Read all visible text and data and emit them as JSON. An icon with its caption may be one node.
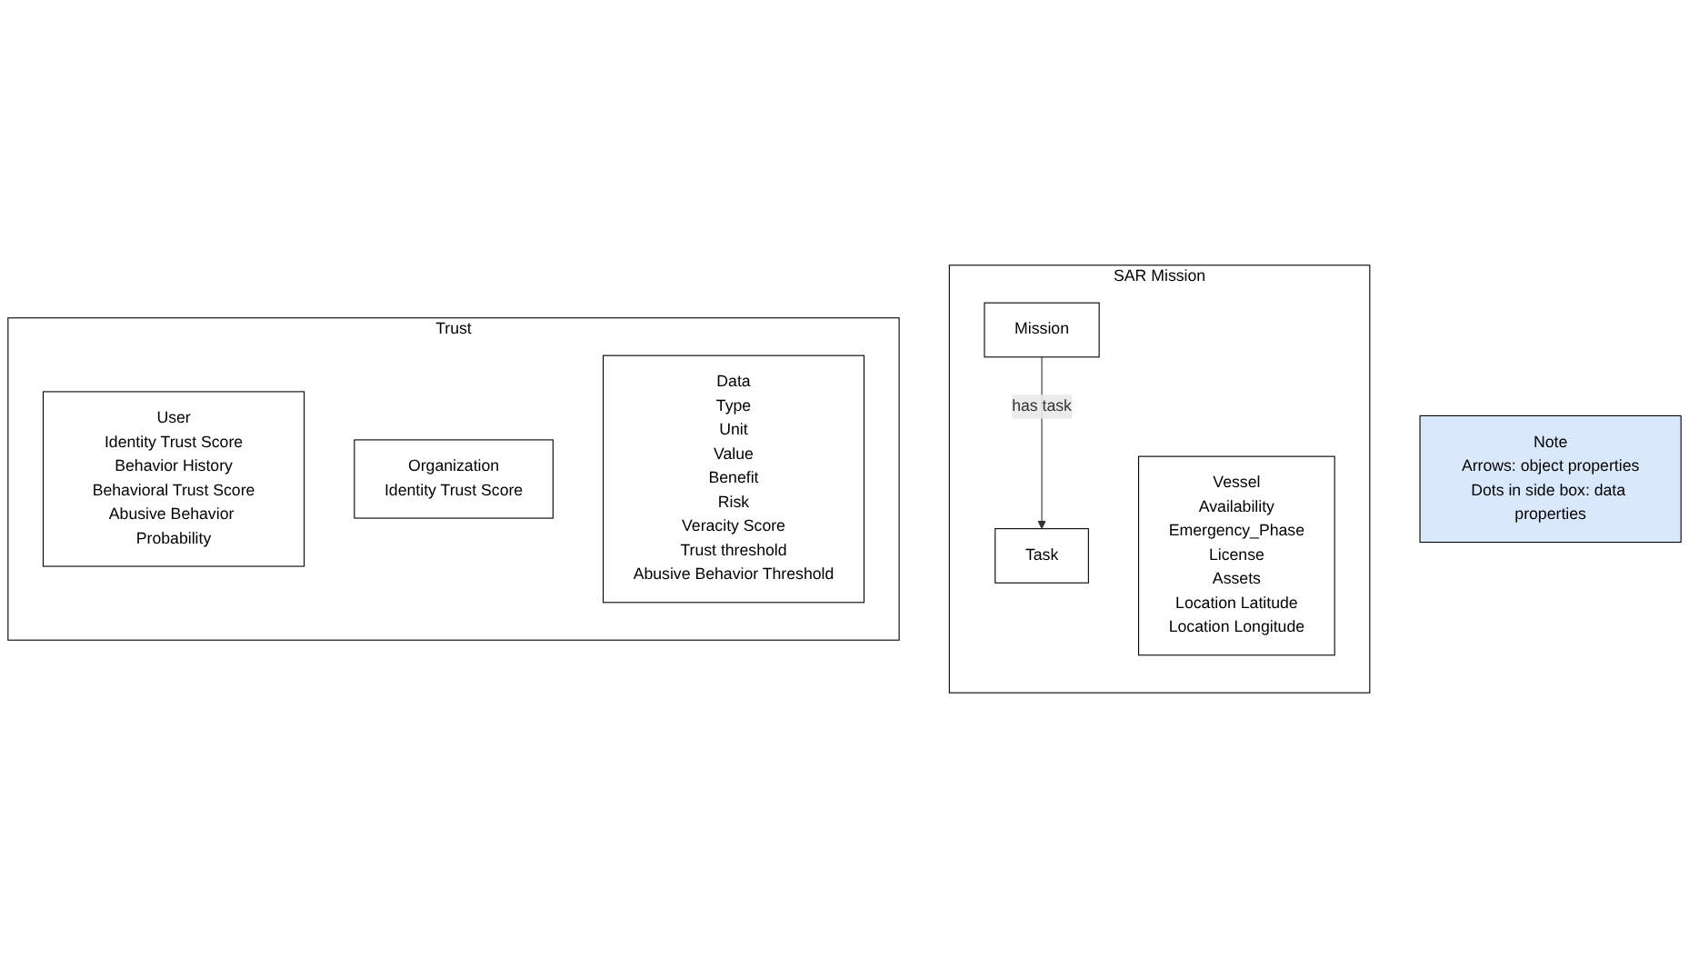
{
  "diagram": {
    "nodes": [
      {
        "text": [
          "Note",
          "Arrows: object properties",
          "Dots in side box: data properties"
        ]
      },
      {
        "text": [
          "SAR Mission"
        ]
      },
      {
        "text": [
          "Mission"
        ],
        "in": 1
      },
      {
        "text": [
          "Task"
        ],
        "in": 1
      },
      {
        "text": [
          "Vessel",
          "Availability",
          "Emergency_Phase",
          "License",
          "Assets",
          "Location Latitude",
          "Location Longitude"
        ],
        "in": 1
      },
      {
        "text": [
          "Trust"
        ]
      },
      {
        "text": [
          "User",
          "Identity Trust Score",
          "Behavior History",
          "Behavioral Trust Score",
          "Abusive Behavior Probability"
        ],
        "in": 5
      },
      {
        "text": [
          "Organization",
          "Identity Trust Score"
        ],
        "in": 5
      },
      {
        "text": [
          "Data",
          "Type",
          "Unit",
          "Value",
          "Benefit",
          "Risk",
          "Veracity Score",
          "Trust threshold",
          "Abusive Behavior Threshold"
        ],
        "in": 5
      }
    ],
    "edges": [
      {
        "from": 2,
        "to": 3,
        "arrow": "to",
        "label": "has task"
      }
    ]
  }
}
